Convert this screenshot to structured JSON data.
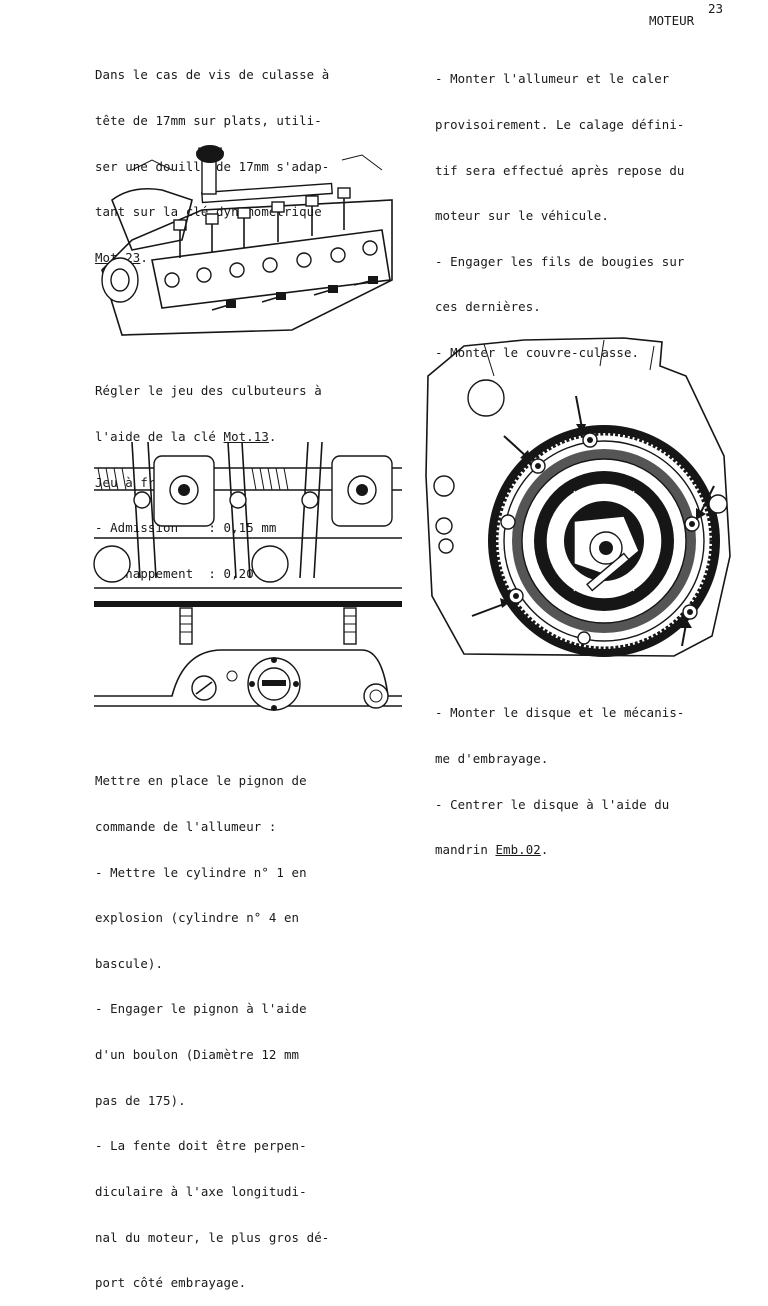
{
  "header": {
    "page_number": "23",
    "section": "MOTEUR"
  },
  "col_left": {
    "block1": {
      "lines": [
        "Dans le cas de vis de culasse à",
        "tête de 17mm sur plats, utili-",
        "ser une douille de 17mm s'adap-",
        "tant sur la clé dynamométrique"
      ],
      "ref": "Mot.23",
      "ref_suffix": "."
    },
    "block2": {
      "line1": "Régler le jeu des culbuteurs à",
      "line2_prefix": "l'aide de la clé ",
      "ref": "Mot.13",
      "ref_suffix": ".",
      "line3": "Jeu à froid :",
      "line4": "- Admission    : 0,15 mm",
      "line5": "- Echappement  : 0,20 mm"
    },
    "block3": {
      "lines": [
        "Mettre en place le pignon de",
        "commande de l'allumeur :",
        "- Mettre le cylindre n° 1 en",
        "explosion (cylindre n° 4 en",
        "bascule).",
        "- Engager le pignon à l'aide",
        "d'un boulon (Diamètre 12 mm",
        "pas de 175).",
        "- La fente doit être perpen-",
        "diculaire à l'axe longitudi-",
        "nal du moteur, le plus gros dé-",
        "port côté embrayage."
      ]
    }
  },
  "col_right": {
    "block1": {
      "lines": [
        "- Monter l'allumeur et le caler",
        "provisoirement. Le calage défini-",
        "tif sera effectué après repose du",
        "moteur sur le véhicule.",
        "- Engager les fils de bougies sur",
        "ces dernières.",
        "- Monter le couvre-culasse."
      ]
    },
    "block2": {
      "line1": "- Monter le disque et le mécanis-",
      "line2": "me d'embrayage.",
      "line3": "- Centrer le disque à l'aide du",
      "line4_prefix": "mandrin ",
      "ref": "Emb.02",
      "ref_suffix": "."
    }
  },
  "figures": {
    "fig1_icon": "engine-head-torque-wrench-illustration",
    "fig2_icon": "rocker-arm-adjustment-illustration",
    "fig3_icon": "clutch-flywheel-illustration"
  }
}
